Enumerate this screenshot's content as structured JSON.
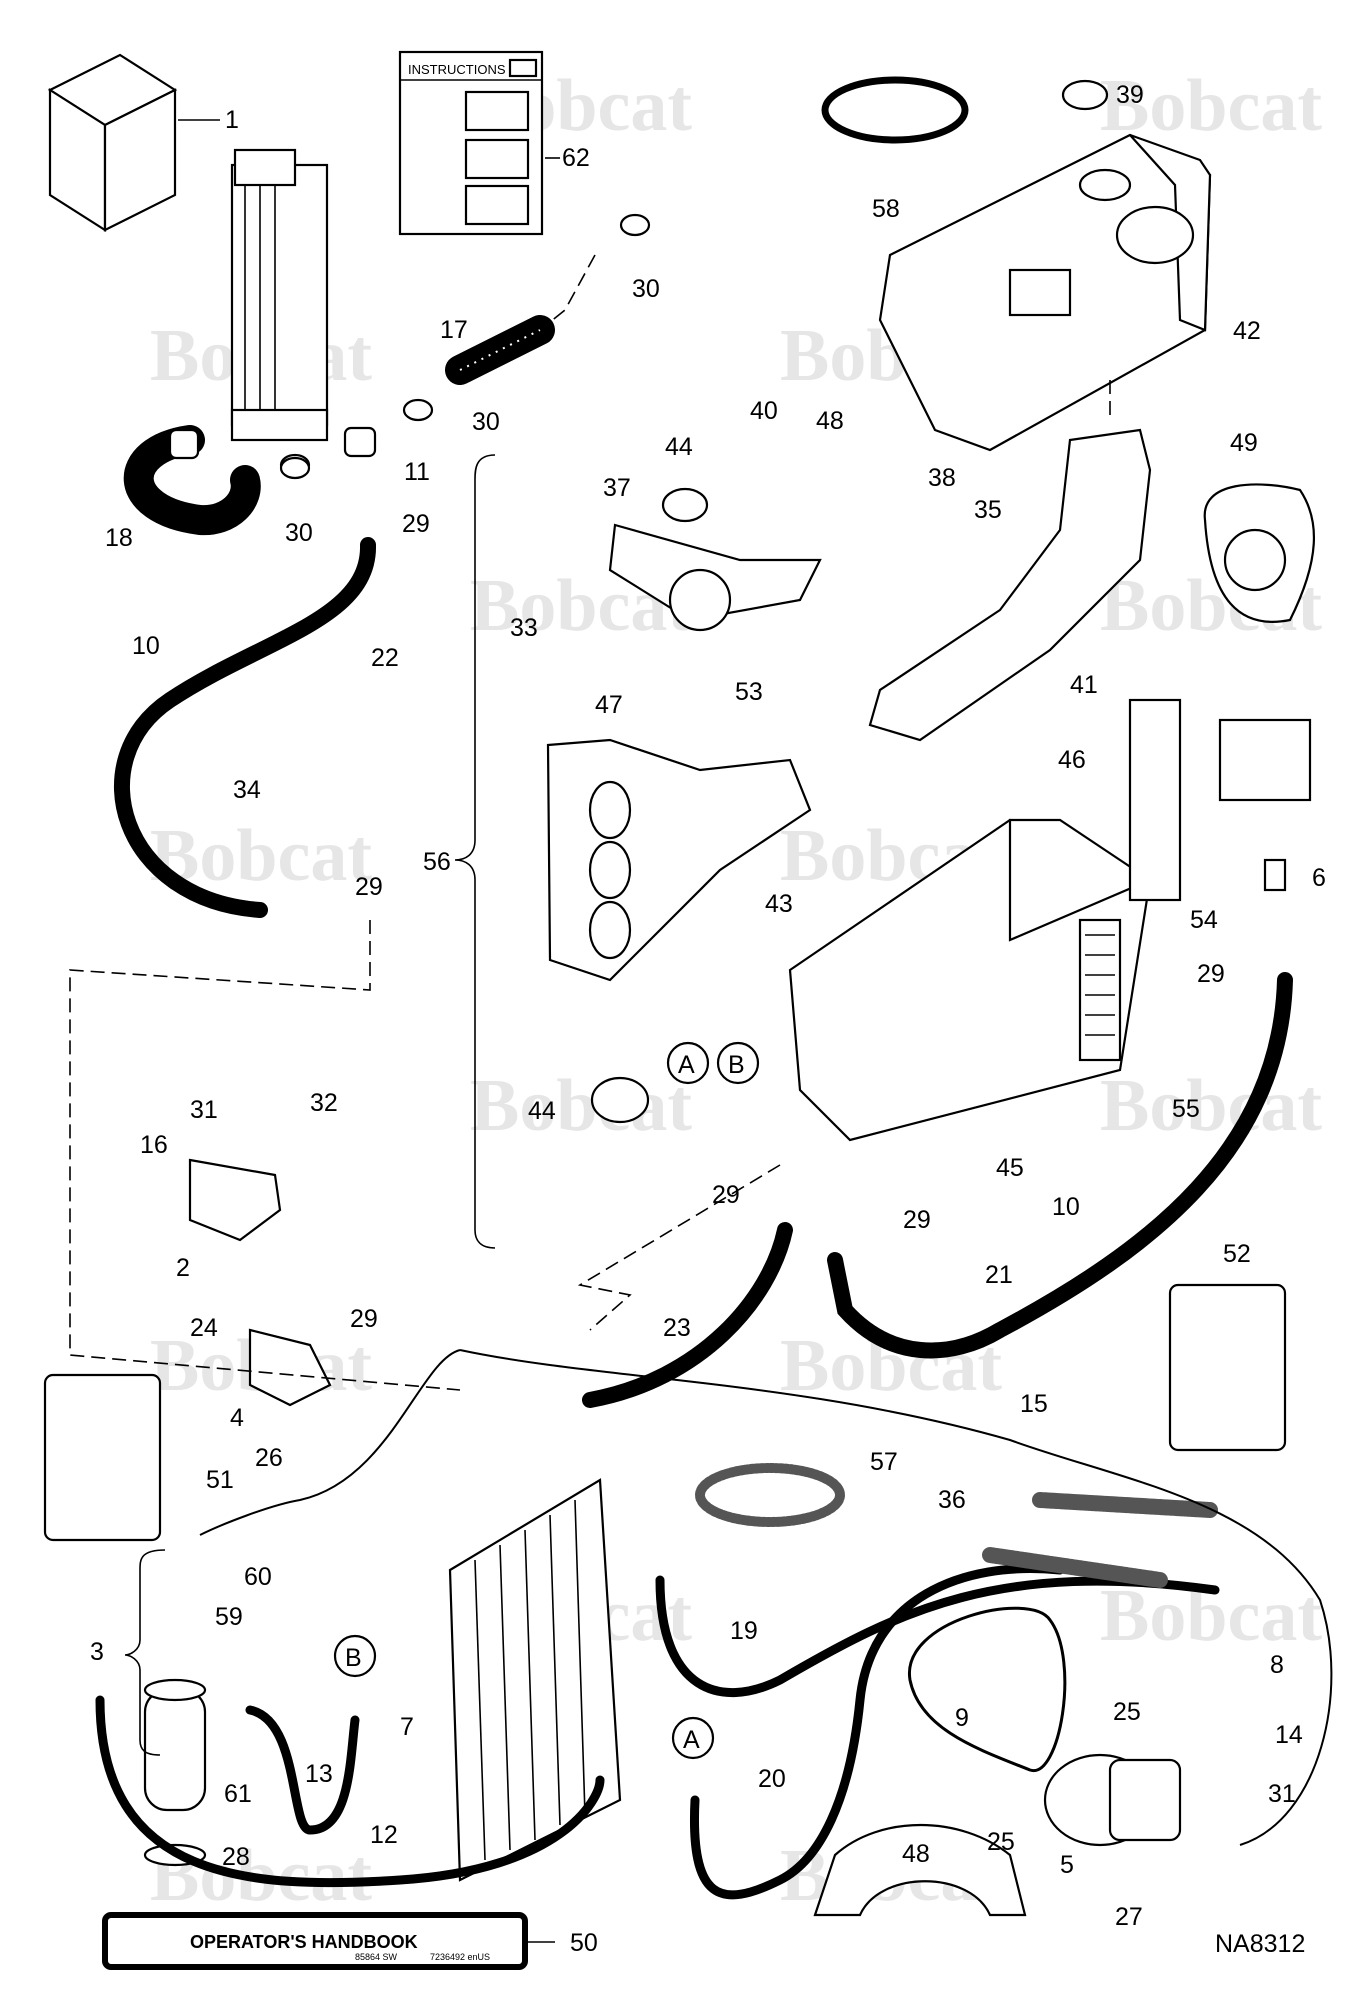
{
  "diagram": {
    "watermark": "Bobcat",
    "instructions_label": "INSTRUCTIONS",
    "handbook_label": "OPERATOR'S HANDBOOK",
    "handbook_code_left": "85864 SW",
    "handbook_code_right": "7236492 enUS",
    "figure_id": "NA8312",
    "callout_a": "A",
    "callout_b": "B",
    "part_numbers": [
      "1",
      "2",
      "3",
      "4",
      "5",
      "6",
      "7",
      "8",
      "9",
      "10",
      "10",
      "11",
      "12",
      "13",
      "14",
      "15",
      "16",
      "17",
      "18",
      "19",
      "20",
      "21",
      "22",
      "23",
      "24",
      "25",
      "25",
      "26",
      "27",
      "28",
      "29",
      "29",
      "29",
      "29",
      "29",
      "29",
      "30",
      "30",
      "30",
      "31",
      "31",
      "32",
      "33",
      "34",
      "35",
      "36",
      "37",
      "38",
      "39",
      "40",
      "41",
      "42",
      "43",
      "44",
      "44",
      "45",
      "46",
      "47",
      "48",
      "48",
      "49",
      "50",
      "51",
      "52",
      "53",
      "54",
      "55",
      "56",
      "57",
      "58",
      "59",
      "60",
      "61",
      "62"
    ]
  }
}
